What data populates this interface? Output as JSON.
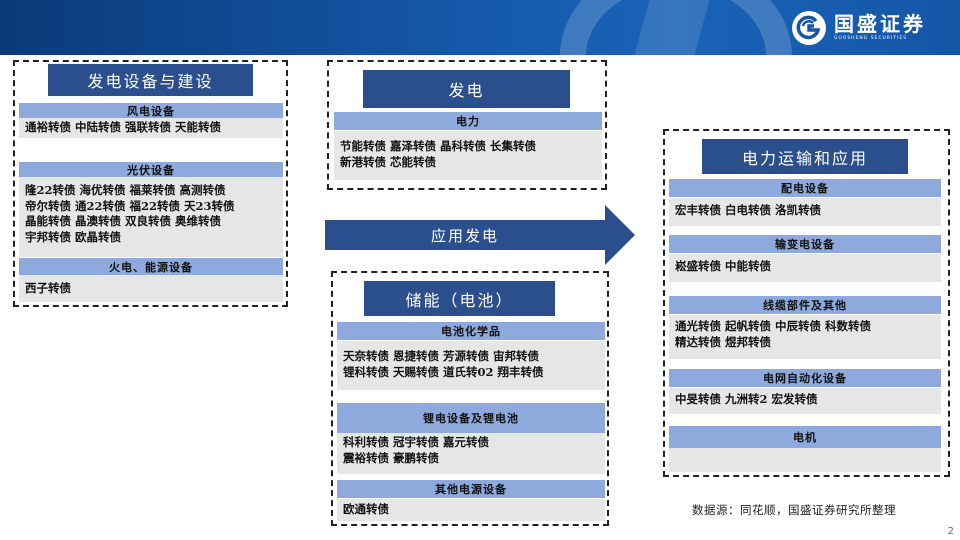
{
  "brand": {
    "name_cn": "国盛证券",
    "name_en": "GUOSHENG SECURITIES"
  },
  "sections": {
    "gen_equipment": {
      "title": "发电设备与建设",
      "groups": [
        {
          "head": "风电设备",
          "lines": [
            "通裕转债 中陆转债 强联转债 天能转债"
          ]
        },
        {
          "head": "光伏设备",
          "lines": [
            "隆22转债 海优转债 福莱转债 高测转债",
            "帝尔转债 通22转债 福22转债 天23转债",
            "晶能转债 晶澳转债 双良转债 奥维转债",
            "宇邦转债 欧晶转债"
          ]
        },
        {
          "head": "火电、能源设备",
          "lines": [
            "西子转债"
          ]
        }
      ]
    },
    "generation": {
      "title": "发电",
      "groups": [
        {
          "head": "电力",
          "lines": [
            "节能转债 嘉泽转债 晶科转债  长集转债",
            "新港转债 芯能转债"
          ]
        }
      ]
    },
    "arrow_label": "应用发电",
    "storage": {
      "title": "储能（电池）",
      "groups": [
        {
          "head": "电池化学品",
          "lines": [
            "天奈转债 恩捷转债 芳源转债 宙邦转债",
            "锂科转债 天赐转债 道氏转02 翔丰转债"
          ]
        },
        {
          "head": "锂电设备及锂电池",
          "lines": [
            "科利转债 冠宇转债 嘉元转债",
            "震裕转债 豪鹏转债"
          ]
        },
        {
          "head": "其他电源设备",
          "lines": [
            "欧通转债"
          ]
        }
      ]
    },
    "transmission": {
      "title": "电力运输和应用",
      "groups": [
        {
          "head": "配电设备",
          "lines": [
            "宏丰转债 白电转债 洛凯转债"
          ]
        },
        {
          "head": "输变电设备",
          "lines": [
            "崧盛转债 中能转债"
          ]
        },
        {
          "head": "线缆部件及其他",
          "lines": [
            "通光转债 起帆转债 中辰转债 科数转债",
            "精达转债 煜邦转债"
          ]
        },
        {
          "head": "电网自动化设备",
          "lines": [
            "中旻转债 九洲转2 宏发转债"
          ]
        },
        {
          "head": "电机",
          "lines": [
            ""
          ]
        }
      ]
    }
  },
  "source": "数据源：同花顺，国盛证券研究所整理",
  "page_number": "2",
  "colors": {
    "header_blue": "#1456a6",
    "title_blue": "#2b4e8c",
    "subhead_blue": "#8ea9db",
    "content_gray": "#e6e6e6",
    "arrow_blue": "#2b4e8c"
  },
  "icons": [
    "brand-logo-icon",
    "right-arrow-icon"
  ]
}
